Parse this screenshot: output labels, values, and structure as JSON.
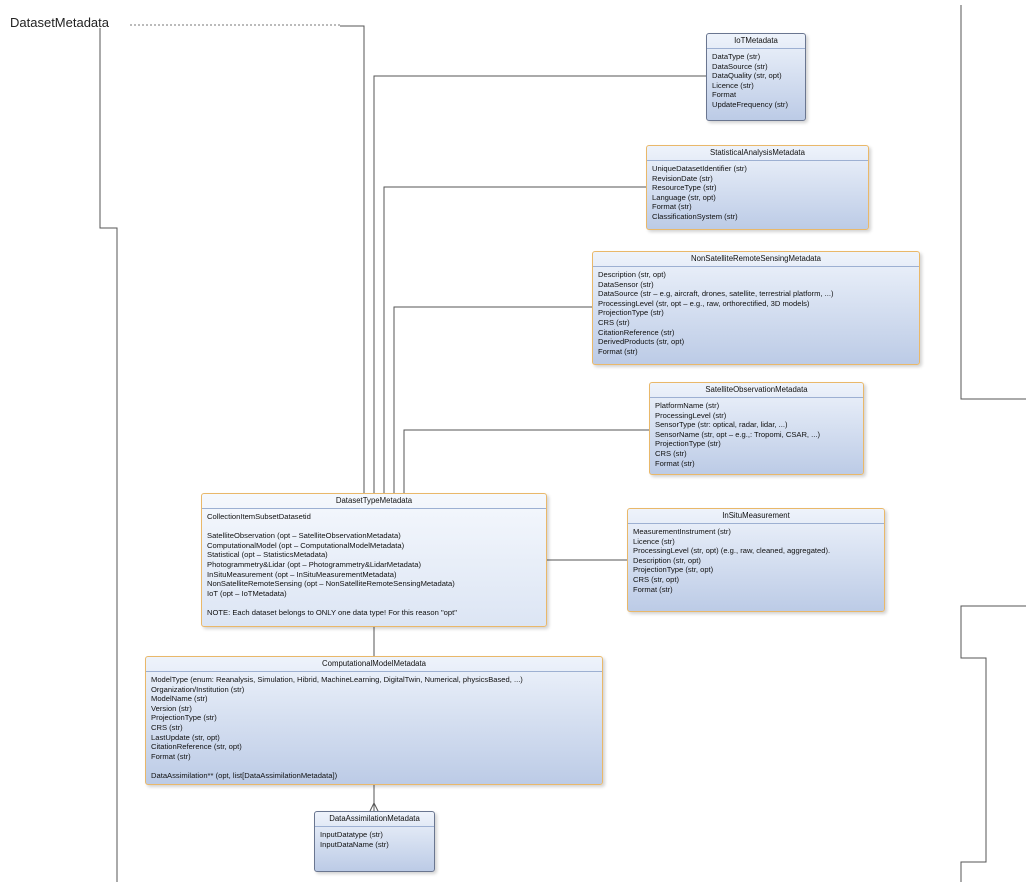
{
  "title": "DatasetMetadata",
  "classes": {
    "iot": {
      "name": "IoTMetadata",
      "attributes": [
        "DataType (str)",
        "DataSource (str)",
        "DataQuality (str, opt)",
        "Licence (str)",
        "Format",
        "UpdateFrequency (str)"
      ]
    },
    "statistical": {
      "name": "StatisticalAnalysisMetadata",
      "attributes": [
        "UniqueDatasetIdentifier (str)",
        "RevisionDate (str)",
        "ResourceType (str)",
        "Language (str, opt)",
        "Format (str)",
        "ClassificationSystem (str)"
      ]
    },
    "nonsat": {
      "name": "NonSatelliteRemoteSensingMetadata",
      "attributes": [
        "Description (str, opt)",
        "DataSensor (str)",
        "DataSource (str – e.g, aircraft, drones, satellite, terrestrial platform, ...)",
        "ProcessingLevel (str, opt – e.g., raw, orthorectified, 3D models)",
        "ProjectionType (str)",
        "CRS (str)",
        "CitationReference (str)",
        "DerivedProducts (str, opt)",
        "Format (str)"
      ]
    },
    "satellite": {
      "name": "SatelliteObservationMetadata",
      "attributes": [
        "PlatformName (str)",
        "ProcessingLevel (str)",
        "SensorType (str: optical, radar, lidar, ...)",
        "SensorName (str, opt – e.g.,: Tropomi, CSAR, ...)",
        "ProjectionType (str)",
        "CRS (str)",
        "Format (str)"
      ]
    },
    "datasettype": {
      "name": "DatasetTypeMetadata",
      "attributes": [
        "CollectionItemSubsetDatasetid",
        "SatelliteObservation (opt – SatelliteObservationMetadata)",
        "ComputationalModel (opt – ComputationalModelMetadata)",
        "Statistical (opt – StatisticsMetadata)",
        "Photogrammetry&Lidar (opt – Photogrammetry&LidarMetadata)",
        "InSituMeasurement (opt – InSituMeasurementMetadata)",
        "NonSatelliteRemoteSensing (opt – NonSatelliteRemoteSensingMetadata)",
        "IoT (opt – IoTMetadata)",
        "NOTE: Each dataset belongs to ONLY one data type! For this reason \"opt\""
      ]
    },
    "insitu": {
      "name": "InSituMeasurement",
      "attributes": [
        "MeasurementInstrument (str)",
        "Licence (str)",
        "ProcessingLevel (str, opt)  (e.g., raw, cleaned, aggregated).",
        "Description (str, opt)",
        "ProjectionType (str, opt)",
        "CRS (str, opt)",
        "Format (str)"
      ]
    },
    "computational": {
      "name": "ComputationalModelMetadata",
      "attributes": [
        "ModelType (enum: Reanalysis, Simulation, Hibrid, MachineLearning, DigitalTwin, Numerical, physicsBased, ...)",
        "Organization/Institution (str)",
        "ModelName (str)",
        "Version (str)",
        "ProjectionType (str)",
        "CRS (str)",
        "LastUpdate (str, opt)",
        "CitationReference (str, opt)",
        "Format (str)",
        "DataAssimilation** (opt, list[DataAssimilationMetadata])"
      ]
    },
    "assimilation": {
      "name": "DataAssimilationMetadata",
      "attributes": [
        "InputDatatype (str)",
        "InputDataName (str)"
      ]
    }
  },
  "colors": {
    "border": "#e9b86a",
    "border_dark": "#6a7690",
    "fill_top": "#eef3fb",
    "fill_bottom": "#bccbe6",
    "line": "#555555"
  }
}
